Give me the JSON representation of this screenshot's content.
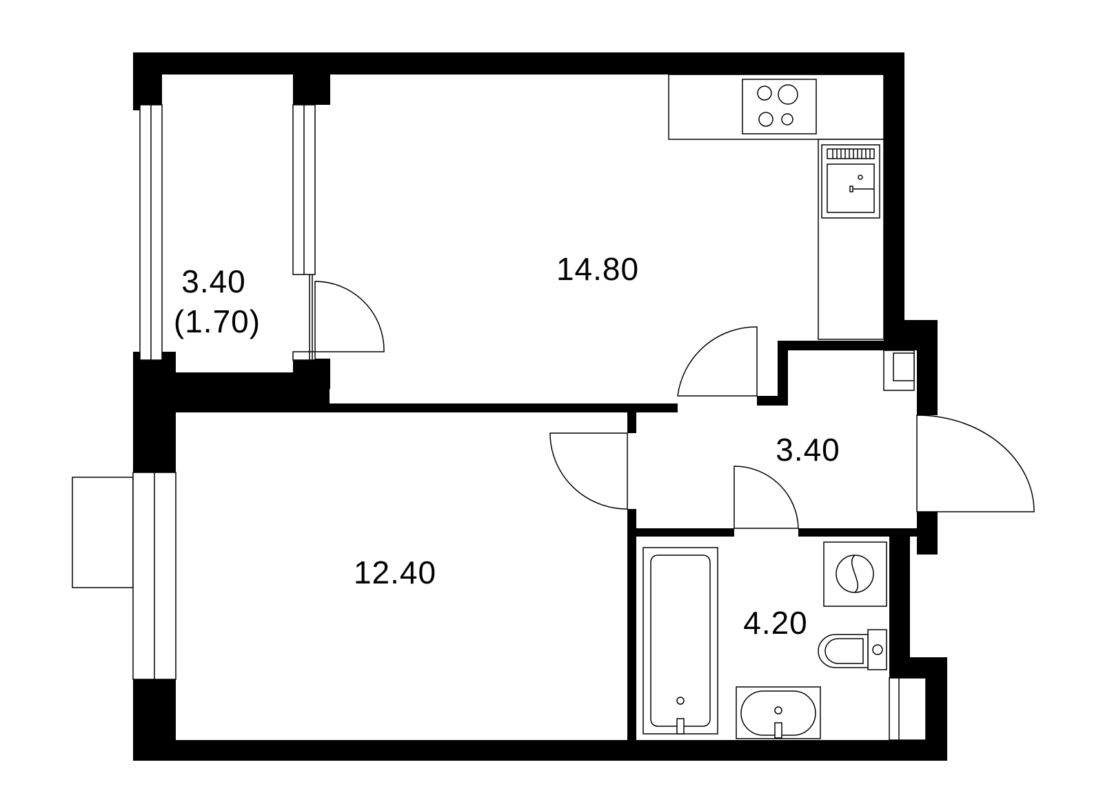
{
  "plan": {
    "rooms": {
      "balcony": {
        "area": "3.40",
        "area_reduced": "(1.70)"
      },
      "kitchen_living": {
        "area": "14.80"
      },
      "hallway": {
        "area": "3.40"
      },
      "bedroom": {
        "area": "12.40"
      },
      "bathroom": {
        "area": "4.20"
      }
    }
  }
}
